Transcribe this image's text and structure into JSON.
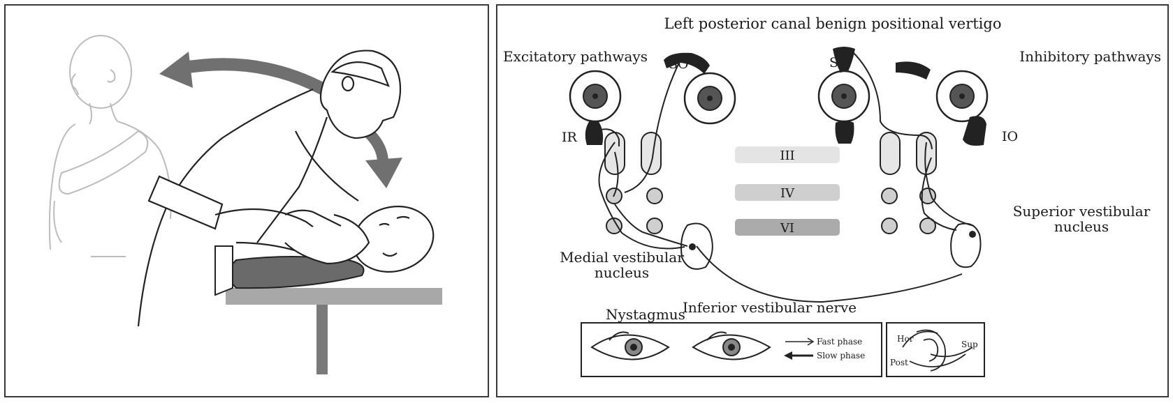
{
  "right_diagram": {
    "title": "Left posterior canal benign positional vertigo",
    "excitatory_label": "Excitatory pathways",
    "inhibitory_label": "Inhibitory pathways",
    "muscles": {
      "so": "SO",
      "sr": "SR",
      "ir": "IR",
      "io": "IO"
    },
    "nuclei": {
      "iii": "III",
      "iv": "IV",
      "vi": "VI"
    },
    "medial_vestibular": [
      "Medial vestibular",
      "nucleus"
    ],
    "superior_vestibular": [
      "Superior vestibular",
      "nucleus"
    ],
    "nystagmus_label": "Nystagmus",
    "inferior_nerve_label": "Inferior vestibular nerve",
    "legend": {
      "fast": "Fast phase",
      "slow": "Slow phase"
    },
    "canal_labels": {
      "hor": "Hor",
      "sup": "Sup",
      "post": "Post"
    }
  },
  "colors": {
    "arrow_gray": "#707070",
    "line": "#1a1a1a",
    "nucleus_fill": "#e6e6e6",
    "pupil": "#555555"
  }
}
